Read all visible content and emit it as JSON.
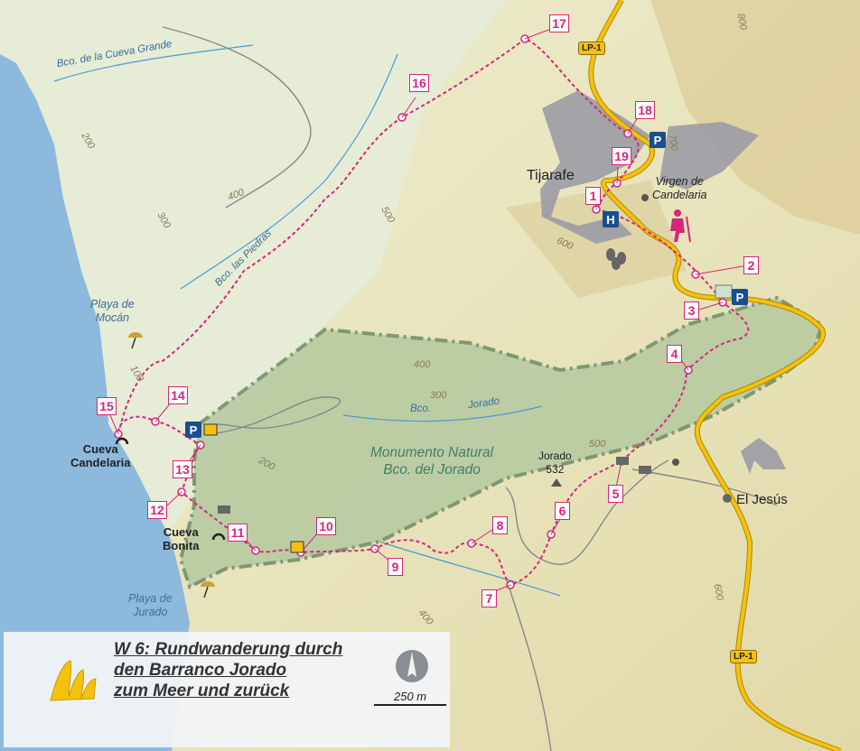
{
  "map": {
    "places": {
      "tijarafe": "Tijarafe",
      "el_jesus": "El Jesús",
      "virgen": [
        "Virgen de",
        "Candelaria"
      ],
      "jorado_peak": [
        "Jorado",
        "532"
      ],
      "cueva_candelaria": [
        "Cueva",
        "Candelaria"
      ],
      "cueva_bonita": [
        "Cueva",
        "Bonita"
      ]
    },
    "beaches": {
      "mocan": [
        "Playa de",
        "Mocán"
      ],
      "jorado": [
        "Playa de",
        "Jurado"
      ]
    },
    "rivers": {
      "cueva_grande": "Bco. de la Cueva Grande",
      "las_piedras": "Bco. las Piedras",
      "jorado_1": "Bco.",
      "jorado_2": "Jorado"
    },
    "park": [
      "Monumento Natural",
      "Bco. del Jorado"
    ],
    "roads": [
      "LP-1",
      "LP-1"
    ],
    "contours": [
      "200",
      "300",
      "400",
      "500",
      "600",
      "800",
      "700",
      "400",
      "300",
      "200",
      "100",
      "500",
      "600",
      "400"
    ],
    "waypoints": [
      "1",
      "2",
      "3",
      "4",
      "5",
      "6",
      "7",
      "8",
      "9",
      "10",
      "11",
      "12",
      "13",
      "14",
      "15",
      "16",
      "17",
      "18",
      "19"
    ],
    "symbols": {
      "parking": "P",
      "hospital": "H"
    }
  },
  "legend": {
    "title": [
      "W 6: Rundwanderung durch",
      "den Barranco Jorado",
      "zum Meer und zurück"
    ],
    "scale": "250 m"
  },
  "colors": {
    "sea": "#8db9dd",
    "trail": "#d6267a",
    "road": "#f4c20d",
    "park_border": "#6f8a62",
    "park_fill": "#b5c9a0",
    "water_line": "#4e9ad0"
  }
}
